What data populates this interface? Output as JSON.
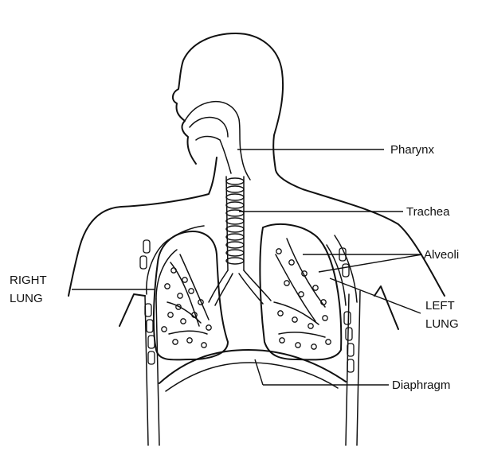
{
  "labels": {
    "pharynx": "Pharynx",
    "trachea": "Trachea",
    "alveoli": "Alveoli",
    "right_lung_1": "RIGHT",
    "right_lung_2": "LUNG",
    "left_lung_1": "LEFT",
    "left_lung_2": "LUNG",
    "diaphragm": "Diaphragm"
  },
  "colors": {
    "ink": "#111111",
    "paper": "#ffffff"
  }
}
